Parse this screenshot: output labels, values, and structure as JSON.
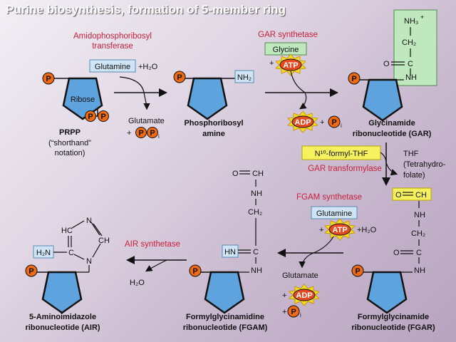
{
  "title": "Purine biosynthesis, formation of 5-member ring",
  "colors": {
    "enzyme": "#c8213c",
    "pentagon": "#5ea3dd",
    "phosphate": "#ef6a12",
    "atp_burst": "#f4dc1e",
    "glycine_box": "#bfe8be",
    "highlight_yellow": "#f6f15e"
  },
  "labels": {
    "p": "P",
    "ribose": "Ribose",
    "prpp": "PRPP",
    "shorthand_1": "(“shorthand”",
    "shorthand_2": "notation)",
    "enzyme1_line1": "Amidophosphoribosyl",
    "enzyme1_line2": "transferase",
    "glutamine": "Glutamine",
    "plus_h2o": "+H₂O",
    "glutamate": "Glutamate",
    "plus": "+",
    "pi_sub": "i",
    "nh2": "NH₂",
    "pra_line1": "Phosphoribosyl",
    "pra_line2": "amine",
    "enzyme2": "GAR synthetase",
    "glycine": "Glycine",
    "atp": "ATP",
    "adp": "ADP",
    "gar_nh3": "NH₃",
    "gar_plus": "+",
    "ch2": "CH₂",
    "c": "C",
    "o": "O",
    "nh": "NH",
    "gar_line1": "Glycinamide",
    "gar_line2": "ribonucleotide (GAR)",
    "formyl_thf": "N¹⁰-formyl-THF",
    "enzyme3": "GAR transformylase",
    "thf_1": "THF",
    "thf_2": "(Tetrahydro-",
    "thf_3": "folate)",
    "ch": "CH",
    "fgar_line1": "Formylglycinamide",
    "fgar_line2": "ribonucleotide (FGAR)",
    "enzyme4": "FGAM synthetase",
    "hn": "HN",
    "fgam_line1": "Formylglycinamidine",
    "fgam_line2": "ribonucleotide (FGAM)",
    "enzyme5": "AIR synthetase",
    "h2o": "H₂O",
    "n": "N",
    "hc": "HC",
    "h2n": "H₂N",
    "air_line1": "5-Aminoimidazole",
    "air_line2": "ribonucleotide (AIR)"
  }
}
